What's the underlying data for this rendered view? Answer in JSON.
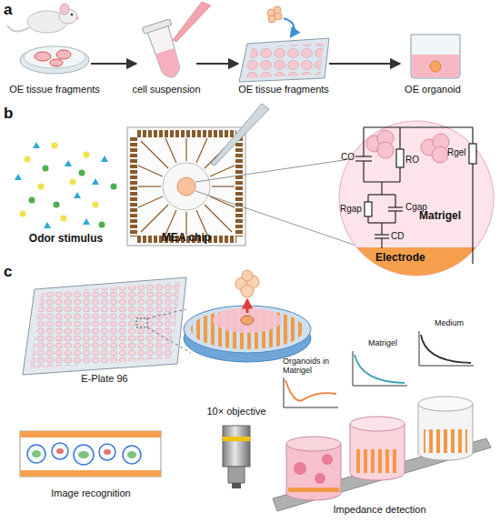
{
  "diagram": {
    "nodes": [
      {
        "text": [
          "OE tissue fragments"
        ]
      },
      {
        "text": [
          "cell suspension"
        ]
      },
      {
        "text": [
          "OE tissue fragments"
        ]
      },
      {
        "text": [
          "OE organoid"
        ]
      },
      {
        "text": [
          "Odor stimulus"
        ]
      },
      {
        "text": [
          "MEA chip"
        ]
      },
      {
        "text": [
          "Matrigel",
          "Electrode"
        ]
      },
      {
        "text": [
          "E-Plate 96"
        ]
      },
      {
        "text": [
          "Image recognition"
        ]
      },
      {
        "text": [
          "10× objective"
        ]
      },
      {
        "text": [
          "Impedance detection"
        ]
      },
      {
        "text": [
          "Organoids in Matrigel"
        ]
      },
      {
        "text": [
          "Matrigel"
        ]
      },
      {
        "text": [
          "Medium"
        ]
      }
    ],
    "edges": [
      {
        "from": 0,
        "to": 1,
        "arrow": "to"
      },
      {
        "from": 1,
        "to": 2,
        "arrow": "to"
      },
      {
        "from": 2,
        "to": 3,
        "arrow": "to"
      }
    ],
    "labels": [
      "a",
      "b",
      "CO",
      "RO",
      "Rgel",
      "Rgap",
      "Cgap",
      "CD",
      "c"
    ]
  }
}
